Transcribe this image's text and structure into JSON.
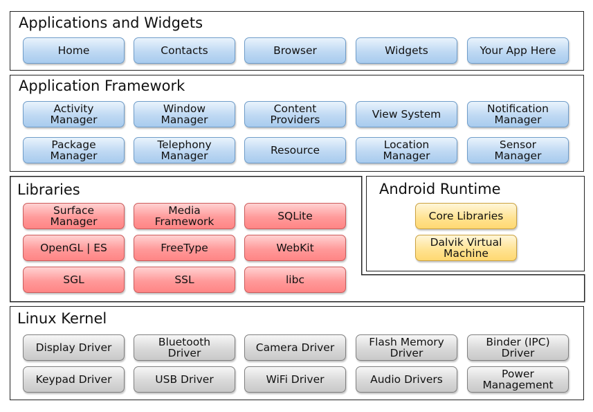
{
  "applications": {
    "title": "Applications and Widgets",
    "items": [
      "Home",
      "Contacts",
      "Browser",
      "Widgets",
      "Your App Here"
    ]
  },
  "framework": {
    "title": "Application Framework",
    "row1": [
      "Activity\nManager",
      "Window\nManager",
      "Content\nProviders",
      "View System",
      "Notification\nManager"
    ],
    "row2": [
      "Package\nManager",
      "Telephony\nManager",
      "Resource",
      "Location\nManager",
      "Sensor\nManager"
    ]
  },
  "libraries": {
    "title": "Libraries",
    "items": [
      "Surface\nManager",
      "Media\nFramework",
      "SQLite",
      "OpenGL | ES",
      "FreeType",
      "WebKit",
      "SGL",
      "SSL",
      "libc"
    ]
  },
  "runtime": {
    "title": "Android Runtime",
    "items": [
      "Core Libraries",
      "Dalvik Virtual\nMachine"
    ]
  },
  "kernel": {
    "title": "Linux Kernel",
    "row1": [
      "Display Driver",
      "Bluetooth\nDriver",
      "Camera Driver",
      "Flash Memory\nDriver",
      "Binder (IPC)\nDriver"
    ],
    "row2": [
      "Keypad Driver",
      "USB Driver",
      "WiFi Driver",
      "Audio Drivers",
      "Power\nManagement"
    ]
  },
  "colors": {
    "blue": "#bfd9f3",
    "red": "#ff9a9a",
    "yellow": "#ffe28f",
    "gray": "#d9d9d9"
  }
}
